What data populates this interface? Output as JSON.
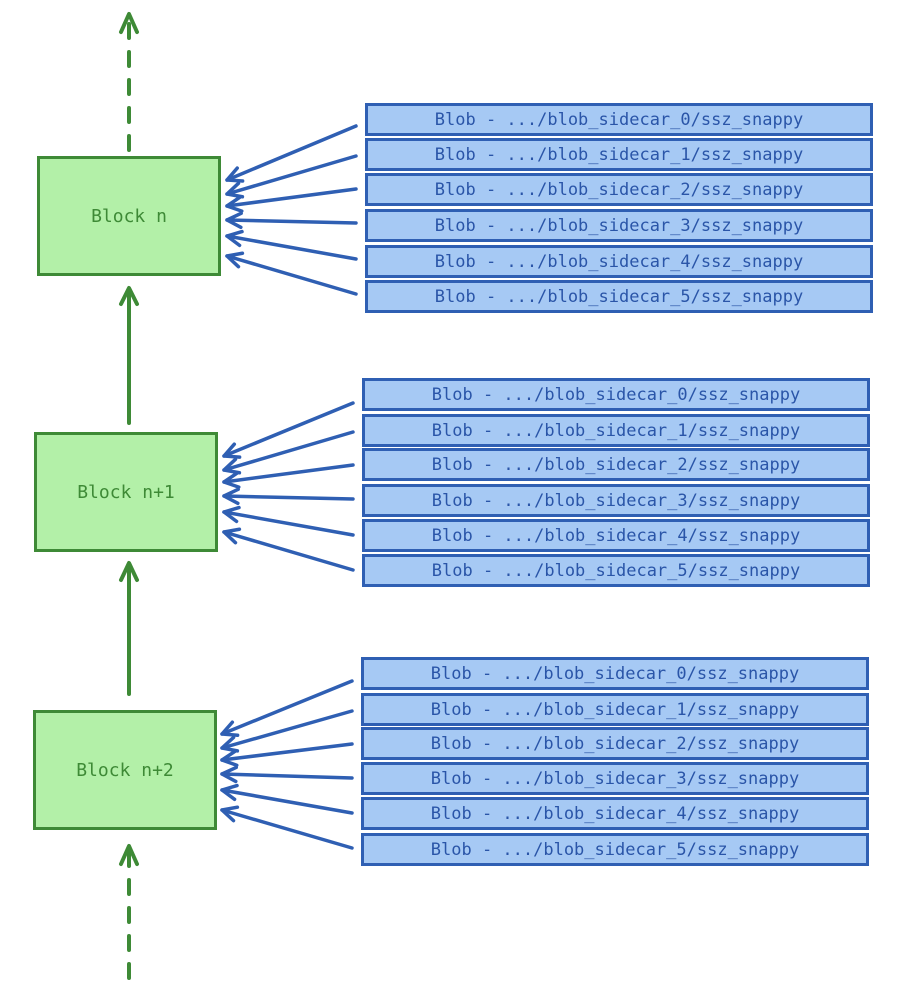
{
  "colors": {
    "block_fill": "#b3f0a8",
    "block_stroke": "#3e8a36",
    "blob_fill": "#a6c9f4",
    "blob_stroke": "#2f5fb3",
    "blob_text": "#2a55a8"
  },
  "blocks": [
    {
      "label": "Block n",
      "blobs": [
        "Blob - .../blob_sidecar_0/ssz_snappy",
        "Blob - .../blob_sidecar_1/ssz_snappy",
        "Blob - .../blob_sidecar_2/ssz_snappy",
        "Blob - .../blob_sidecar_3/ssz_snappy",
        "Blob - .../blob_sidecar_4/ssz_snappy",
        "Blob - .../blob_sidecar_5/ssz_snappy"
      ]
    },
    {
      "label": "Block n+1",
      "blobs": [
        "Blob - .../blob_sidecar_0/ssz_snappy",
        "Blob - .../blob_sidecar_1/ssz_snappy",
        "Blob - .../blob_sidecar_2/ssz_snappy",
        "Blob - .../blob_sidecar_3/ssz_snappy",
        "Blob - .../blob_sidecar_4/ssz_snappy",
        "Blob - .../blob_sidecar_5/ssz_snappy"
      ]
    },
    {
      "label": "Block n+2",
      "blobs": [
        "Blob - .../blob_sidecar_0/ssz_snappy",
        "Blob - .../blob_sidecar_1/ssz_snappy",
        "Blob - .../blob_sidecar_2/ssz_snappy",
        "Blob - .../blob_sidecar_3/ssz_snappy",
        "Blob - .../blob_sidecar_4/ssz_snappy",
        "Blob - .../blob_sidecar_5/ssz_snappy"
      ]
    }
  ]
}
